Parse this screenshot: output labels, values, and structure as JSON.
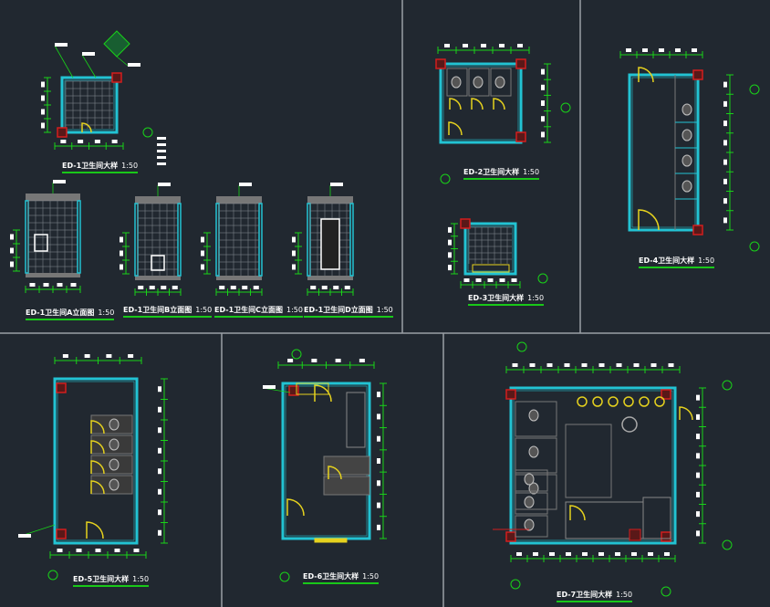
{
  "drawing": {
    "colors": {
      "background": "#212830",
      "wall": "#22c3d3",
      "dimension": "#19d219",
      "door": "#e6d21e",
      "column": "#d21e1e",
      "fixture": "#bfbfbf",
      "divider": "#9aa0a6"
    },
    "titles": [
      {
        "name": "ED-1卫生间大样",
        "scale": "1:50"
      },
      {
        "name": "ED-1卫生间A立面图",
        "scale": "1:50"
      },
      {
        "name": "ED-1卫生间B立面图",
        "scale": "1:50"
      },
      {
        "name": "ED-1卫生间C立面图",
        "scale": "1:50"
      },
      {
        "name": "ED-1卫生间D立面图",
        "scale": "1:50"
      },
      {
        "name": "ED-2卫生间大样",
        "scale": "1:50"
      },
      {
        "name": "ED-3卫生间大样",
        "scale": "1:50"
      },
      {
        "name": "ED-4卫生间大样",
        "scale": "1:50"
      },
      {
        "name": "ED-5卫生间大样",
        "scale": "1:50"
      },
      {
        "name": "ED-6卫生间大样",
        "scale": "1:50"
      },
      {
        "name": "ED-7卫生间大样",
        "scale": "1:50"
      }
    ]
  }
}
